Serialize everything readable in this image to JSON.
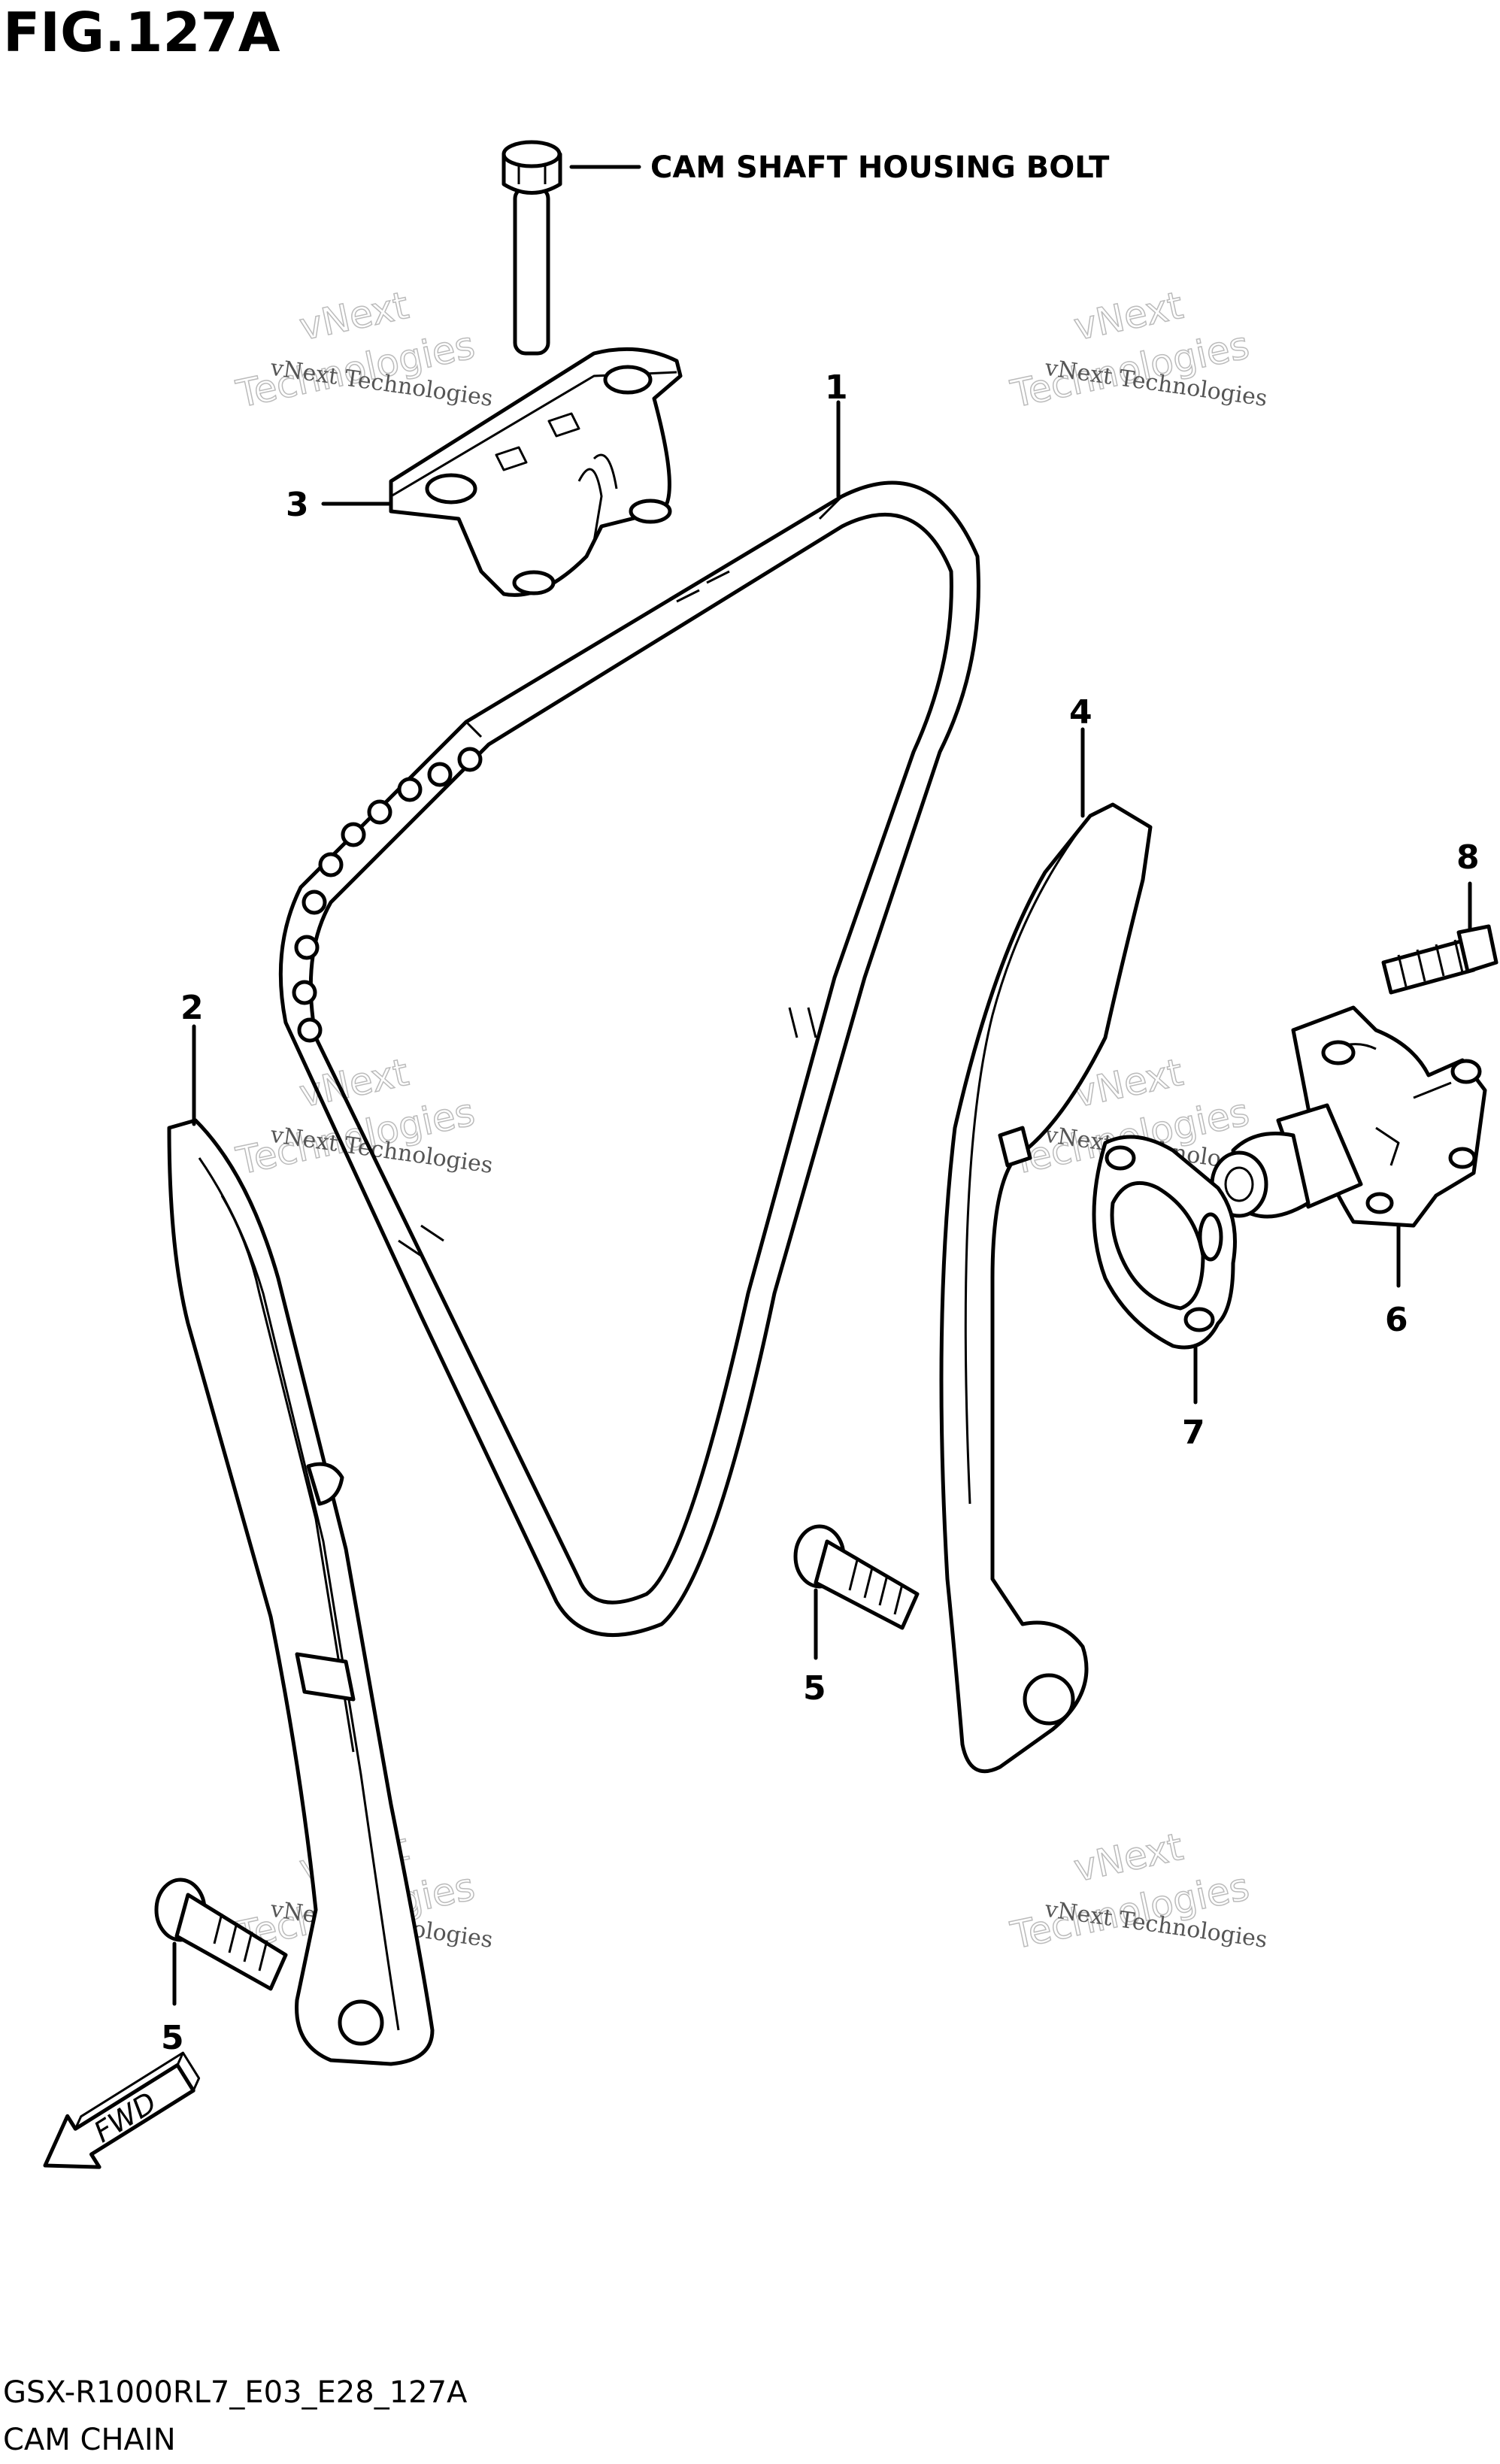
{
  "title": "FIG.127A",
  "note": "CAM SHAFT HOUSING BOLT",
  "callouts": {
    "c1": "1",
    "c2": "2",
    "c3": "3",
    "c4": "4",
    "c5a": "5",
    "c5b": "5",
    "c6": "6",
    "c7": "7",
    "c8": "8"
  },
  "fwd": "FWD",
  "footer": {
    "code": "GSX-R1000RL7_E03_E28_127A",
    "name": "CAM CHAIN"
  },
  "watermark": {
    "line1": "vNext Technologies",
    "line2": "vNext",
    "line3": "Technologies"
  }
}
